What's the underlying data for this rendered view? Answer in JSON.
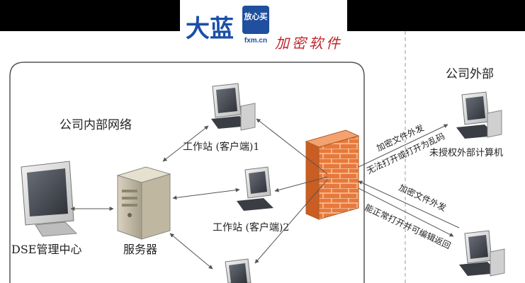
{
  "banner": {
    "logo_main": "大蓝",
    "seal_text": "放心买",
    "domain": "fxm.cn",
    "tagline": "加密软件"
  },
  "diagram": {
    "inside_label": "公司内部网络",
    "outside_label": "公司外部",
    "nodes": {
      "dse": "DSE管理中心",
      "server": "服务器",
      "ws1": "工作站 (客户端)1",
      "ws2": "工作站 (客户端)2",
      "ext1": "未授权外部计算机"
    },
    "arrow_labels": {
      "top_1": "加密文件外发",
      "top_2": "无法打开或打开为乱码",
      "bottom_1": "加密文件外发",
      "bottom_2": "能正常打开并可编辑返回"
    }
  },
  "colors": {
    "banner_text": "#1a4fa8",
    "tagline": "#c0262d",
    "firewall": "#e87a3a",
    "arrow": "#555555"
  }
}
